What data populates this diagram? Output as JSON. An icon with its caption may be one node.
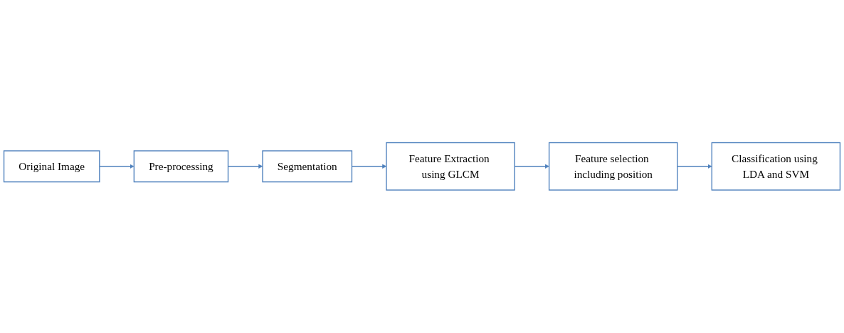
{
  "diagram": {
    "nodes": [
      {
        "text": [
          "Original Image"
        ]
      },
      {
        "text": [
          "Pre-processing"
        ]
      },
      {
        "text": [
          "Segmentation"
        ]
      },
      {
        "text": [
          "Feature Extraction using GLCM"
        ]
      },
      {
        "text": [
          "Feature selection including position"
        ]
      },
      {
        "text": [
          "Classification using LDA and SVM"
        ]
      }
    ],
    "edges": [
      {
        "from": 0,
        "to": 1,
        "arrow": "to"
      },
      {
        "from": 1,
        "to": 2,
        "arrow": "to"
      },
      {
        "from": 2,
        "to": 3,
        "arrow": "to"
      },
      {
        "from": 3,
        "to": 4,
        "arrow": "to"
      },
      {
        "from": 4,
        "to": 5,
        "arrow": "to"
      }
    ]
  }
}
